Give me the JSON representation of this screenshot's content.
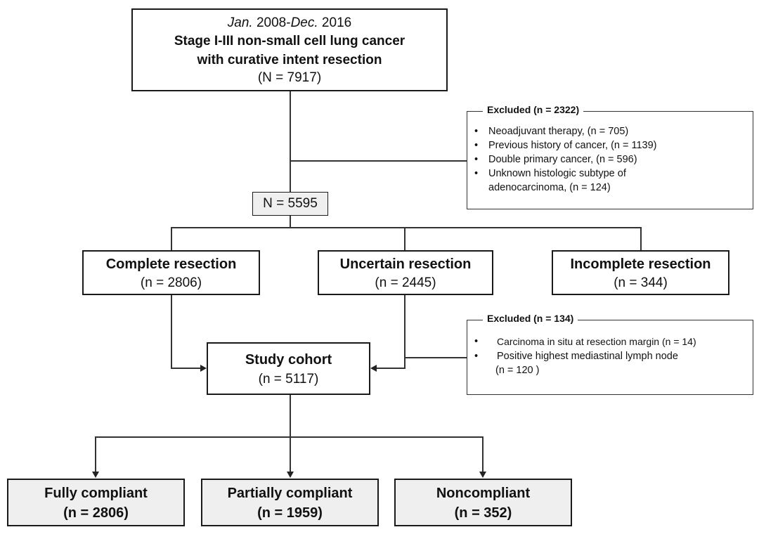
{
  "top_box": {
    "date_start_month": "Jan.",
    "date_start_year": " 2008-",
    "date_end_month": "Dec.",
    "date_end_year": " 2016",
    "title_line1": "Stage I-III non-small cell lung cancer",
    "title_line2": "with curative intent resection",
    "count": "(N = 7917)"
  },
  "exclusion1": {
    "title": "Excluded (n = 2322)",
    "items": [
      "Neoadjuvant therapy, (n = 705)",
      "Previous history of cancer, (n = 1139)",
      "Double primary cancer, (n = 596)",
      "Unknown histologic subtype of",
      "adenocarcinoma, (n = 124)"
    ]
  },
  "mid_box": {
    "count": "N = 5595"
  },
  "resection": {
    "complete": {
      "label": "Complete resection",
      "count": "(n = 2806)"
    },
    "uncertain": {
      "label": "Uncertain resection",
      "count": "(n = 2445)"
    },
    "incomplete": {
      "label": "Incomplete resection",
      "count": "(n = 344)"
    }
  },
  "exclusion2": {
    "title": "Excluded (n = 134)",
    "items": [
      "Carcinoma in situ at resection margin (n = 14)",
      "Positive highest mediastinal lymph node",
      "(n = 120 )"
    ]
  },
  "study_cohort": {
    "label": "Study cohort",
    "count": "(n = 5117)"
  },
  "outcomes": {
    "fully": {
      "label": "Fully compliant",
      "count": "(n = 2806)"
    },
    "partially": {
      "label": "Partially compliant",
      "count": "(n = 1959)"
    },
    "non": {
      "label": "Noncompliant",
      "count": "(n = 352)"
    }
  }
}
